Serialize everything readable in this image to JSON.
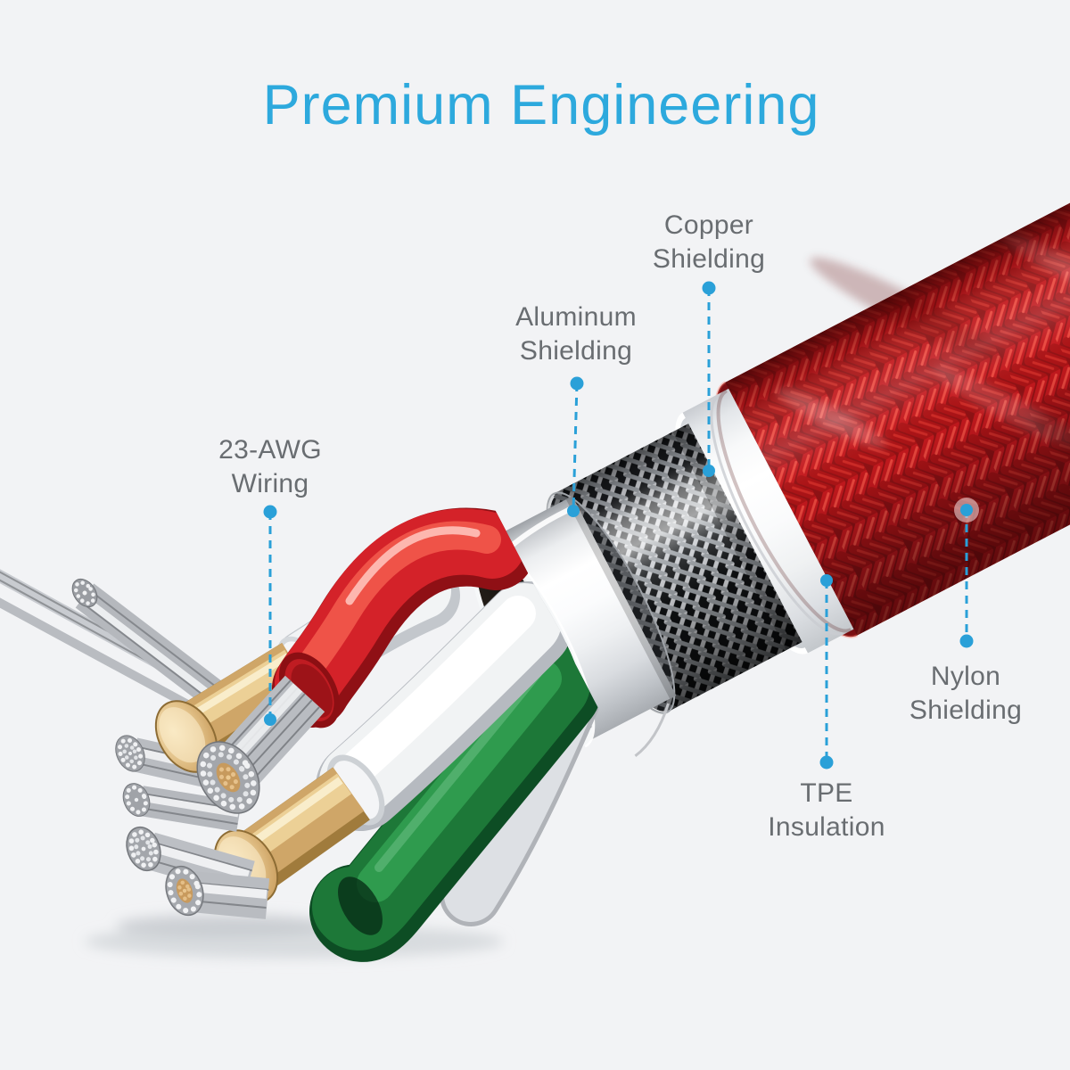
{
  "title": "Premium Engineering",
  "callouts": {
    "copper": "Copper\nShielding",
    "aluminum": "Aluminum\nShielding",
    "awg": "23-AWG\nWiring",
    "nylon": "Nylon\nShielding",
    "tpe": "TPE\nInsulation"
  },
  "colors": {
    "accent": "#2aa0d8",
    "title": "#2da9dd",
    "label_text": "#696d71",
    "background": "#f2f3f5",
    "braid_red": "#c0171d",
    "wire_red": "#d42229",
    "wire_green": "#1d7838",
    "gold": "#cfa668",
    "silver": "#c3c7cc",
    "insulation_white": "#f4f6f7"
  }
}
